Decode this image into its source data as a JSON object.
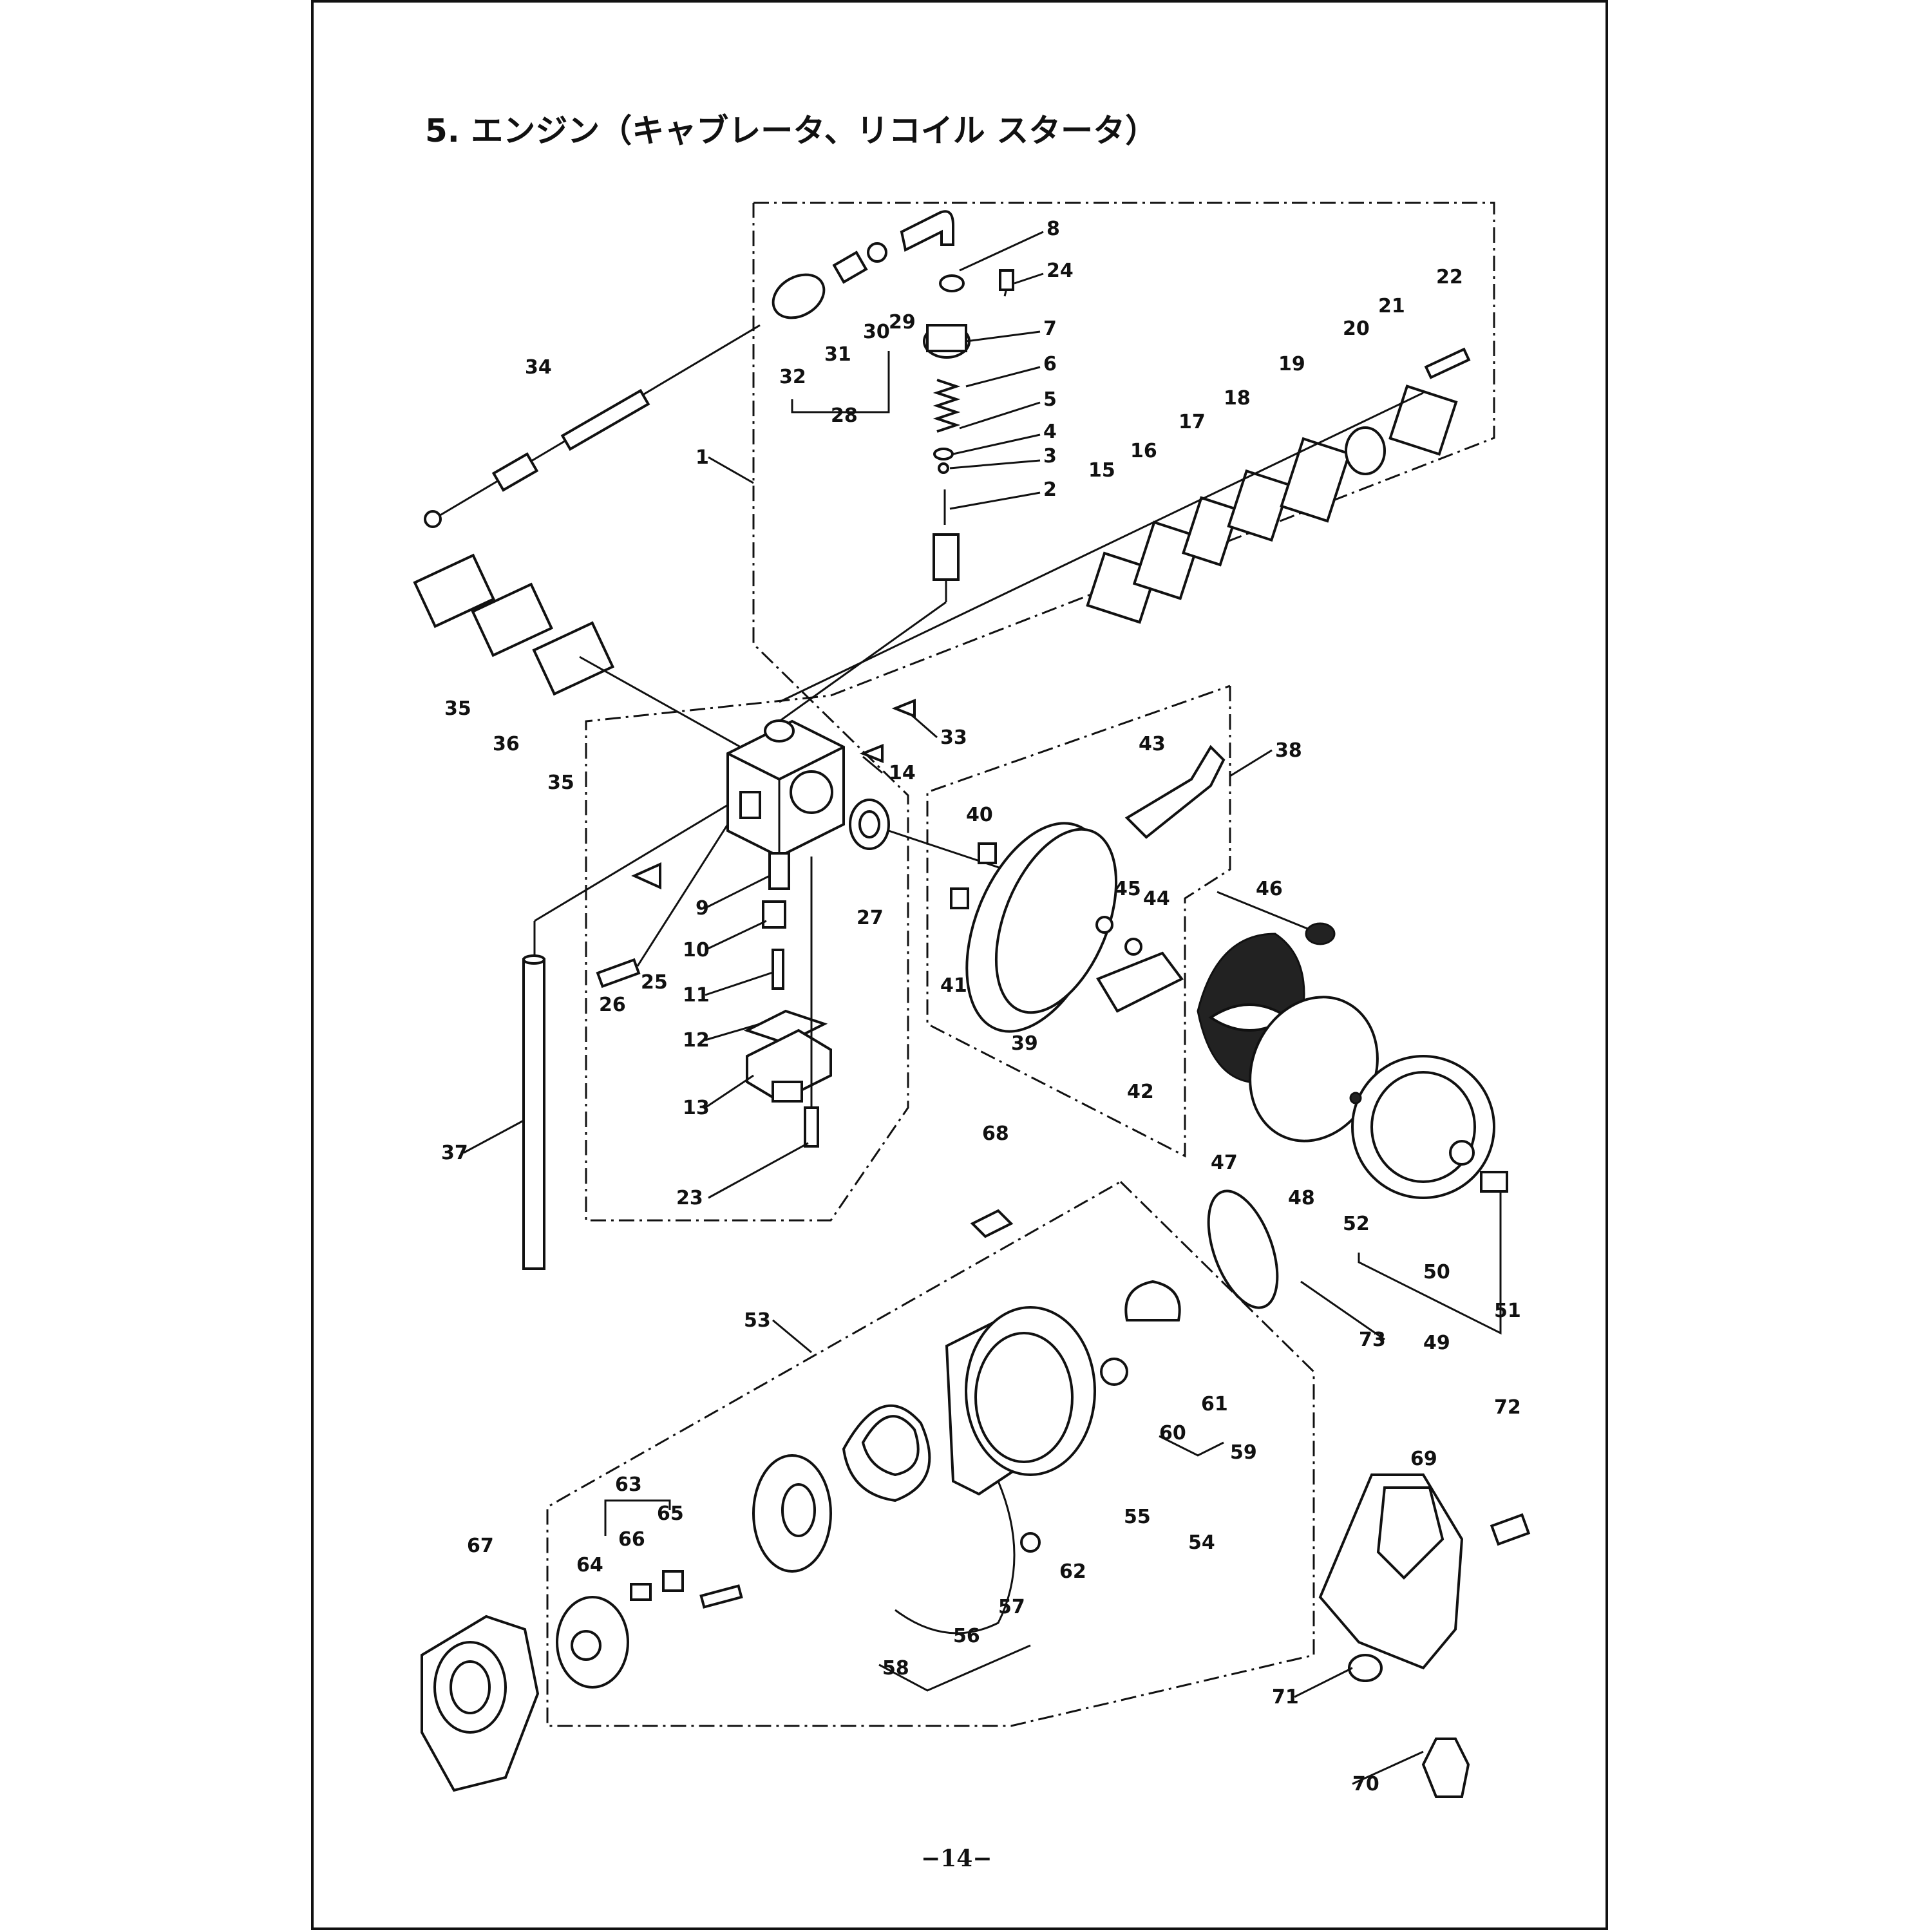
{
  "title": "5. エンジン（キャブレータ、リコイル スタータ）",
  "page_number": "−14−",
  "callouts": {
    "c1": "1",
    "c2": "2",
    "c3": "3",
    "c4": "4",
    "c5": "5",
    "c6": "6",
    "c7": "7",
    "c8": "8",
    "c9": "9",
    "c10": "10",
    "c11": "11",
    "c12": "12",
    "c13": "13",
    "c14": "14",
    "c15": "15",
    "c16": "16",
    "c17": "17",
    "c18": "18",
    "c19": "19",
    "c20": "20",
    "c21": "21",
    "c22": "22",
    "c23": "23",
    "c24": "24",
    "c25": "25",
    "c26": "26",
    "c27": "27",
    "c28": "28",
    "c29": "29",
    "c30": "30",
    "c31": "31",
    "c32": "32",
    "c33": "33",
    "c34": "34",
    "c35a": "35",
    "c35b": "35",
    "c36": "36",
    "c37": "37",
    "c38": "38",
    "c39": "39",
    "c40": "40",
    "c41": "41",
    "c42": "42",
    "c43": "43",
    "c44": "44",
    "c45": "45",
    "c46": "46",
    "c47": "47",
    "c48": "48",
    "c49": "49",
    "c50": "50",
    "c51": "51",
    "c52": "52",
    "c53": "53",
    "c54": "54",
    "c55": "55",
    "c56": "56",
    "c57": "57",
    "c58": "58",
    "c59": "59",
    "c60": "60",
    "c61": "61",
    "c62": "62",
    "c63": "63",
    "c64": "64",
    "c65": "65",
    "c66": "66",
    "c67": "67",
    "c68": "68",
    "c69": "69",
    "c70": "70",
    "c71": "71",
    "c72": "72",
    "c73": "73"
  }
}
